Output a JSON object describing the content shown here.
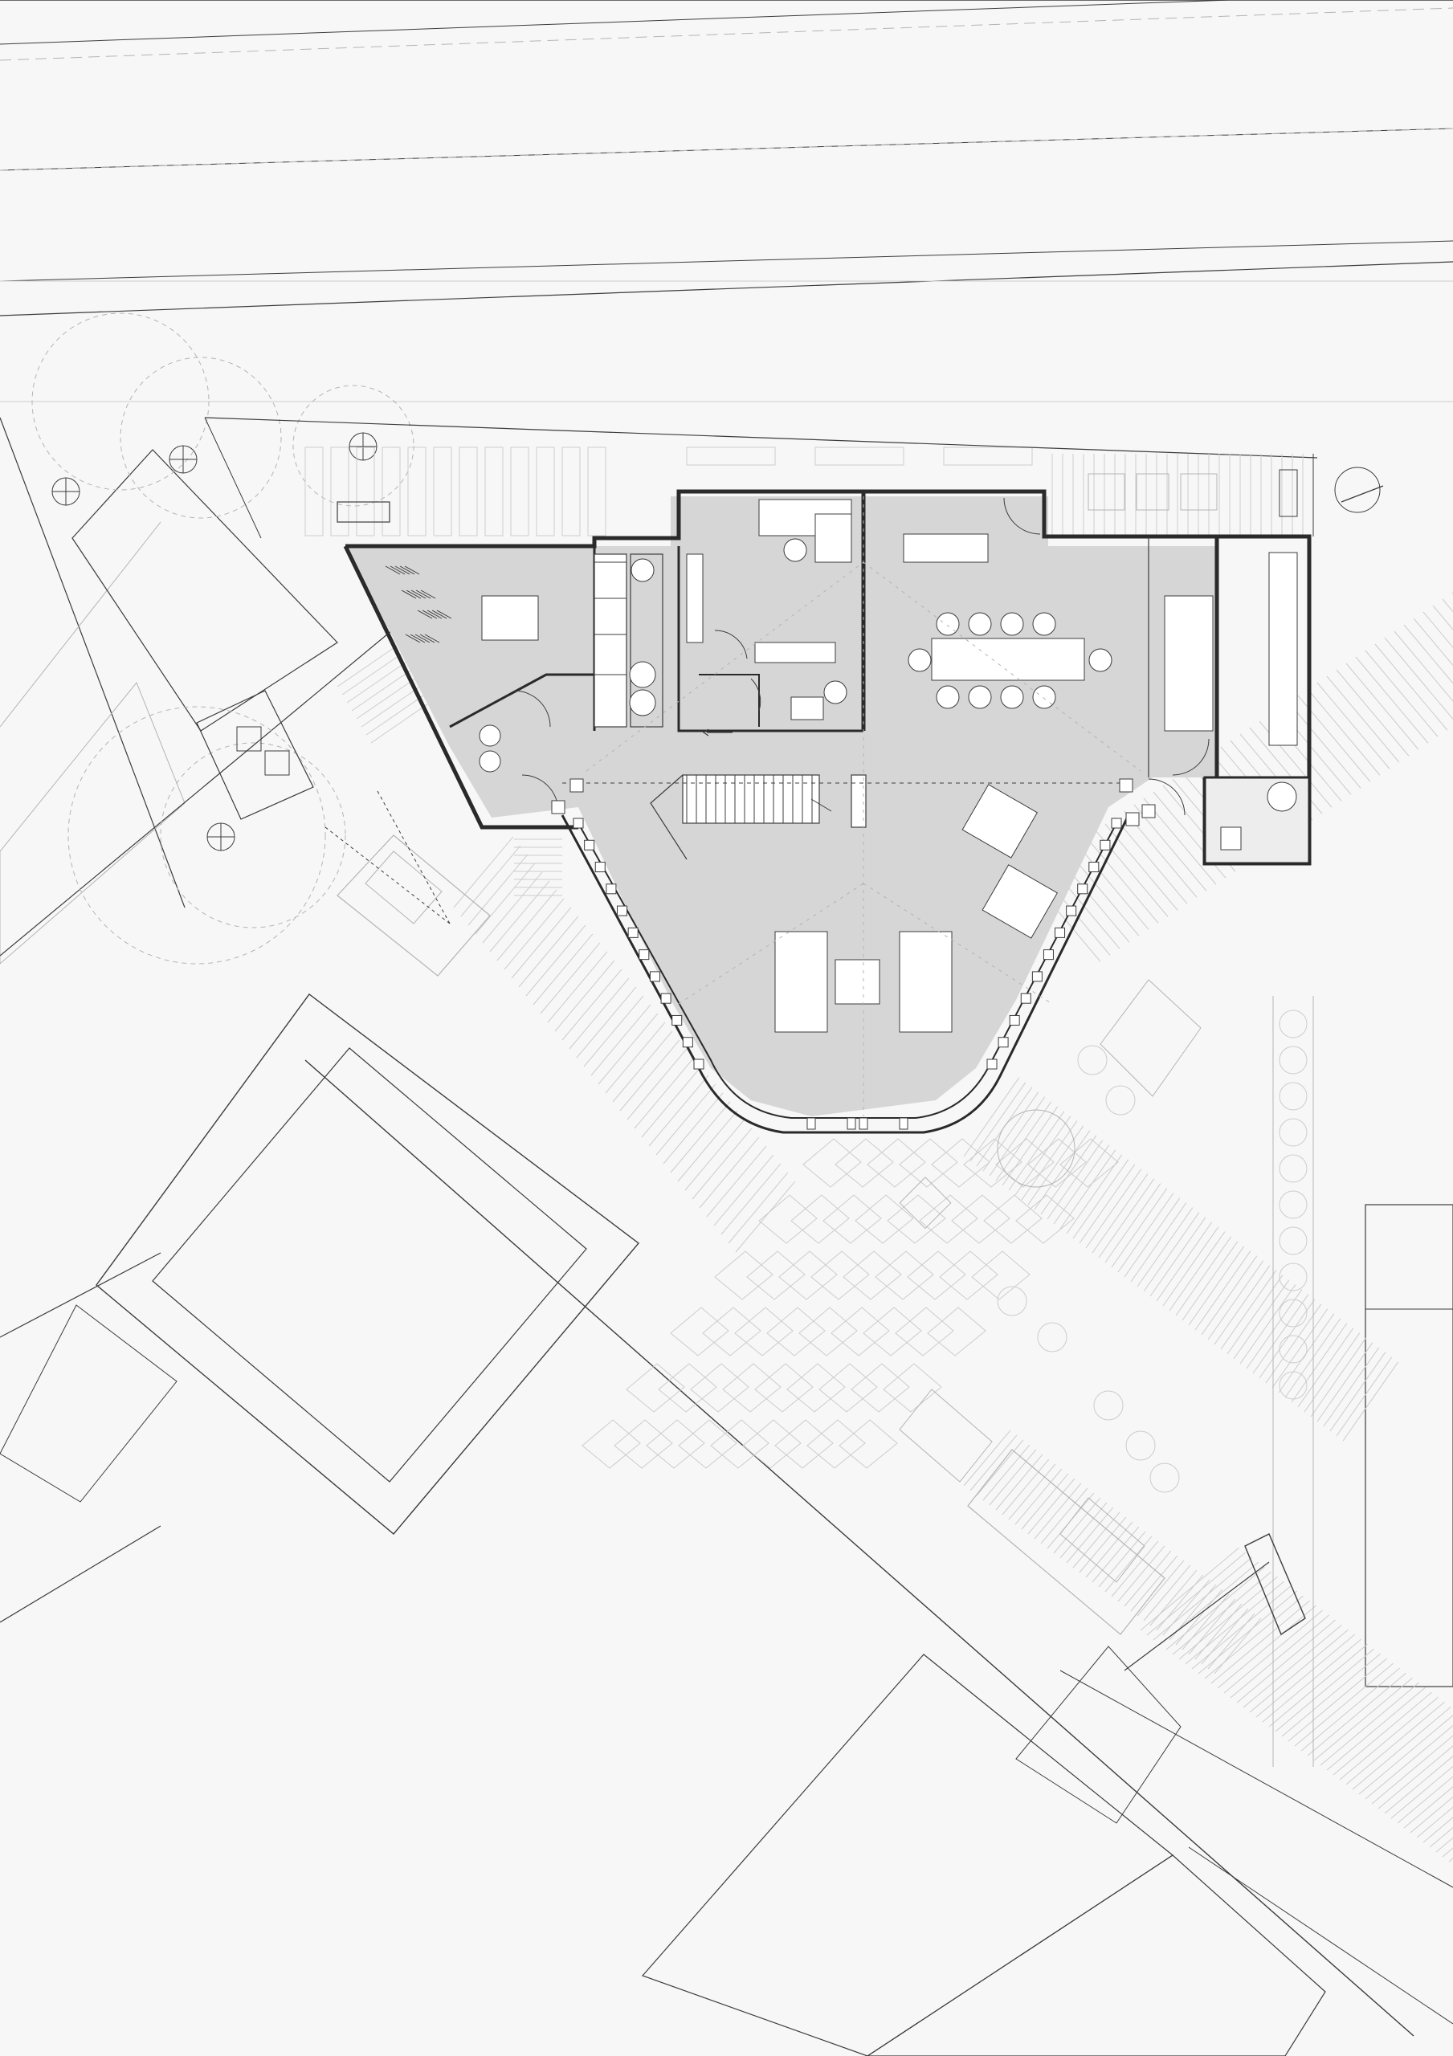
{
  "colors": {
    "paper": "#f7f7f7",
    "floor": "#d6d6d6",
    "wall": "#2a2a2a",
    "line": "#3c3c3c",
    "light_line": "#b4b4b4",
    "faint_line": "#cccccc",
    "furniture": "#ffffff"
  },
  "layers": [
    "street",
    "neighbour-lots",
    "trees",
    "parking-stripes",
    "terrace-deck",
    "house-floor",
    "walls",
    "furniture",
    "stair",
    "garden-paving",
    "cars"
  ]
}
